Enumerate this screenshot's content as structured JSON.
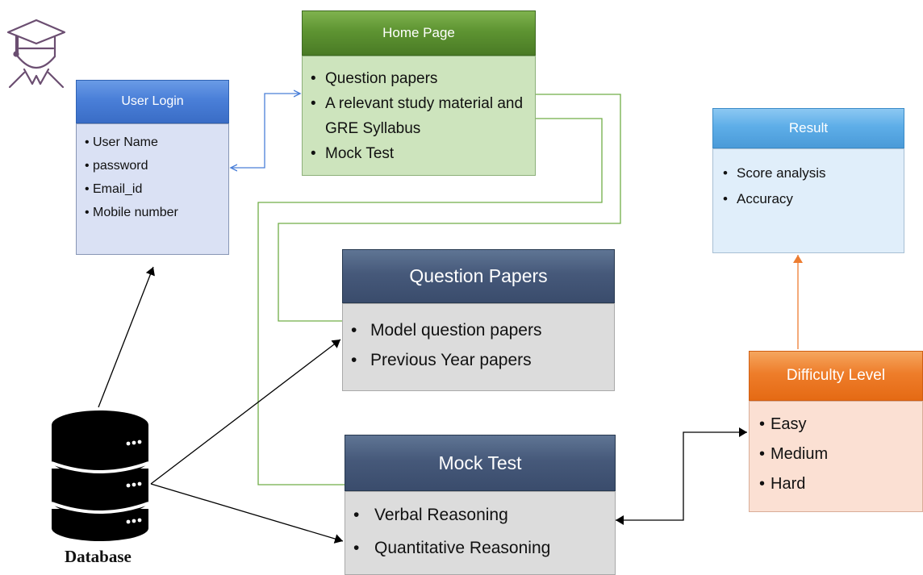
{
  "nodes": {
    "home_page": {
      "title": "Home Page",
      "items": [
        "Question papers",
        "A relevant study material and GRE Syllabus",
        "Mock Test"
      ],
      "color": "#5e9432"
    },
    "user_login": {
      "title": "User Login",
      "items": [
        "User Name",
        "password",
        "Email_id",
        "Mobile number"
      ],
      "color": "#4a7fd8"
    },
    "result": {
      "title": "Result",
      "items": [
        "Score analysis",
        "Accuracy"
      ],
      "color": "#5eaee8"
    },
    "question_papers": {
      "title": "Question Papers",
      "items": [
        "Model question papers",
        "Previous Year papers"
      ],
      "color": "#46597a"
    },
    "mock_test": {
      "title": "Mock Test",
      "items": [
        "Verbal Reasoning",
        "Quantitative Reasoning"
      ],
      "color": "#46597a"
    },
    "difficulty_level": {
      "title": "Difficulty Level",
      "items": [
        "Easy",
        "Medium",
        "Hard"
      ],
      "color": "#ee7d2a"
    },
    "database": {
      "label": "Database",
      "icon": "database-icon"
    },
    "graduate": {
      "icon": "graduate-icon"
    }
  },
  "edges": [
    {
      "from": "user_login",
      "to": "home_page",
      "style": "bidirectional",
      "color": "#4a7fd8"
    },
    {
      "from": "home_page",
      "to": "question_papers",
      "style": "line",
      "color": "#70ad47"
    },
    {
      "from": "home_page",
      "to": "mock_test",
      "style": "line",
      "color": "#70ad47"
    },
    {
      "from": "database",
      "to": "user_login",
      "style": "arrow",
      "color": "#000000"
    },
    {
      "from": "database",
      "to": "question_papers",
      "style": "arrow",
      "color": "#000000"
    },
    {
      "from": "database",
      "to": "mock_test",
      "style": "arrow",
      "color": "#000000"
    },
    {
      "from": "mock_test",
      "to": "difficulty_level",
      "style": "bidirectional",
      "color": "#000000"
    },
    {
      "from": "difficulty_level",
      "to": "result",
      "style": "arrow",
      "color": "#ed7d31"
    }
  ]
}
